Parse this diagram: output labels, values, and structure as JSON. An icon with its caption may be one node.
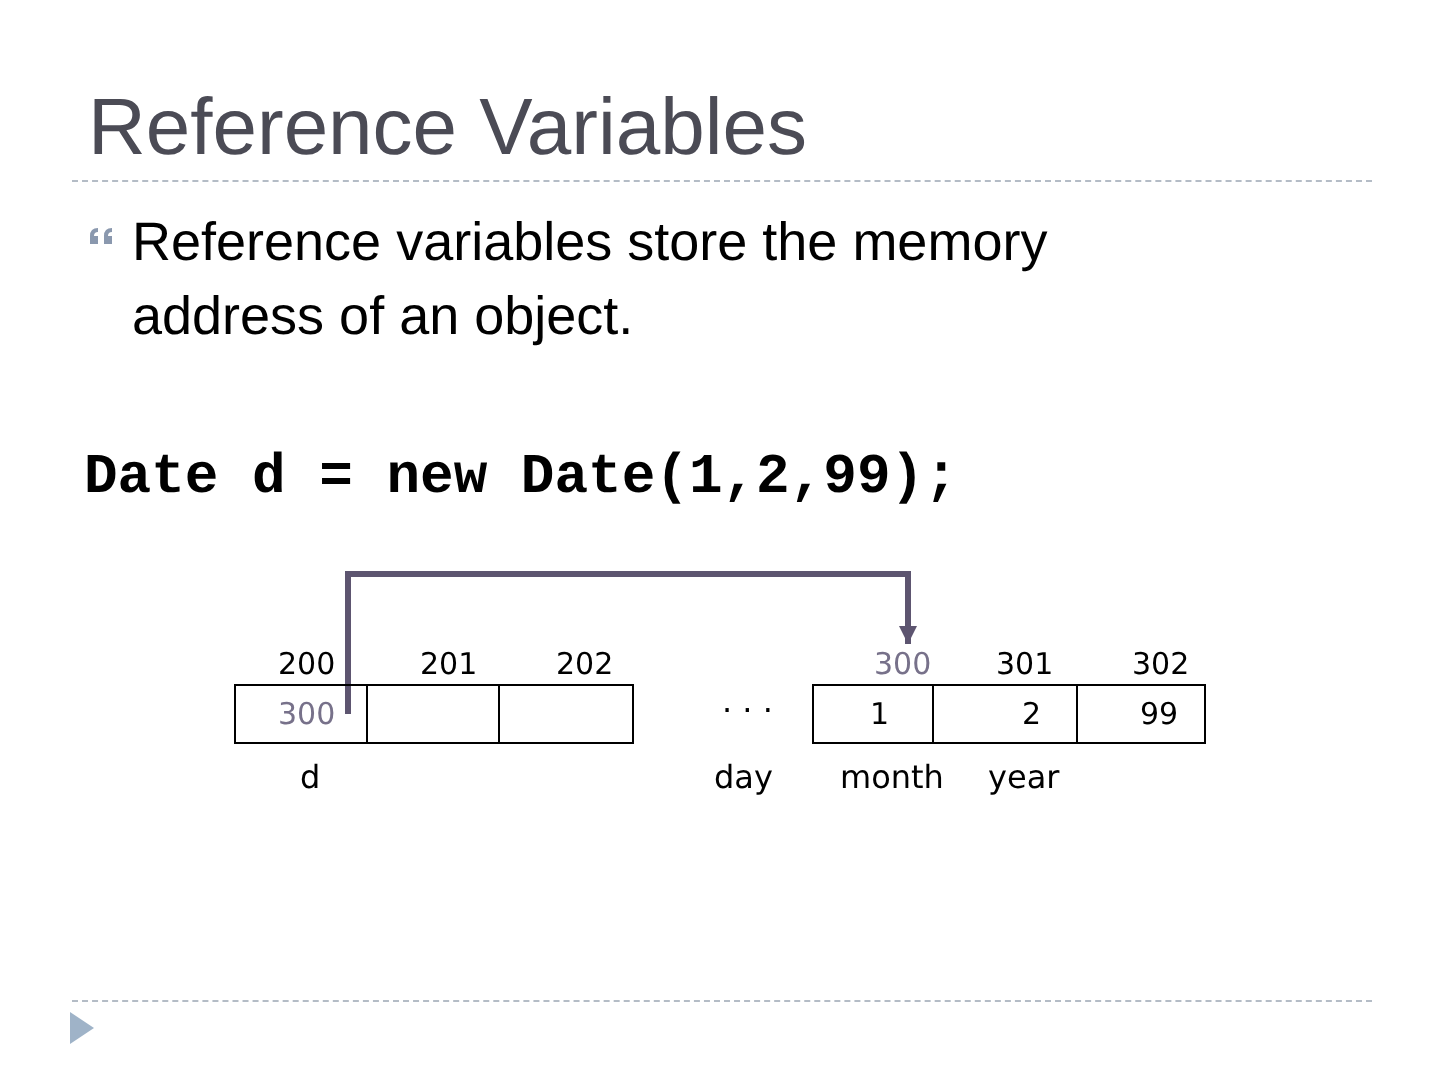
{
  "diagram": {
    "title": "Reference Variables",
    "nodes": [
      {
        "text": [
          "200",
          "300"
        ],
        "beside": [
          "d"
        ]
      },
      {
        "text": [
          "201"
        ]
      },
      {
        "text": [
          "202"
        ]
      },
      {
        "text": [
          "300",
          "1"
        ]
      },
      {
        "text": [
          "301",
          "2"
        ]
      },
      {
        "text": [
          "302",
          "99"
        ]
      }
    ],
    "edges": [
      {
        "from": 0,
        "to": 3,
        "arrow": "to"
      }
    ],
    "labels": [
      "Reference variables store the memory address of an object.",
      "Date d = new Date(1,2,99);",
      ". . .",
      "day",
      "month",
      "year"
    ]
  }
}
